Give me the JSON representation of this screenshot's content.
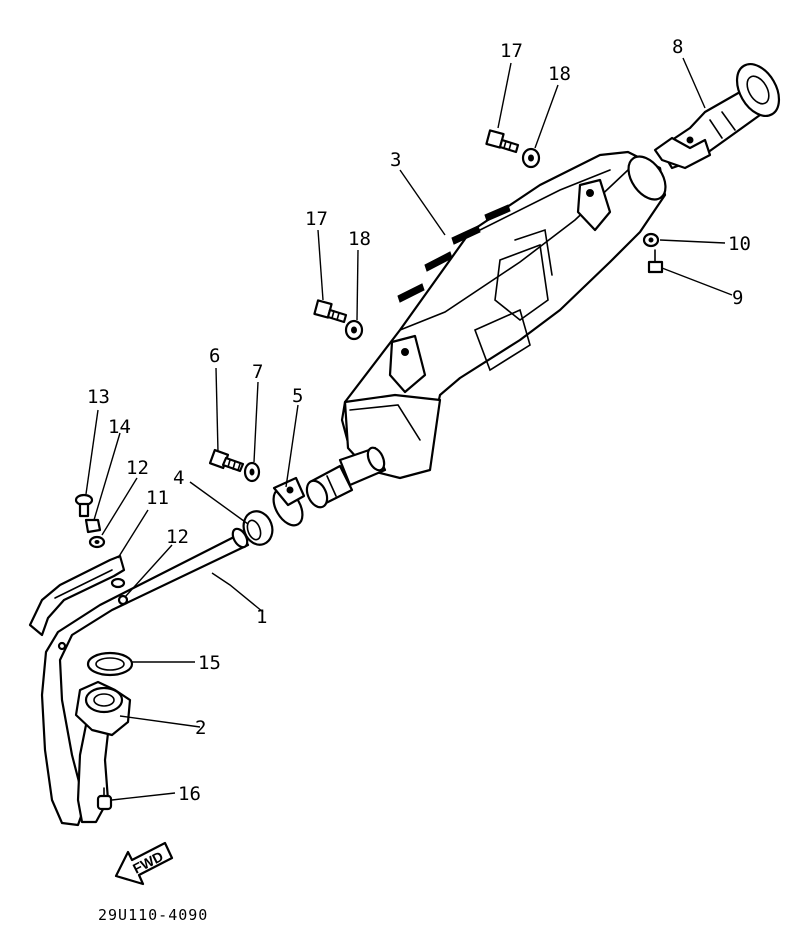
{
  "diagram": {
    "drawing_code": "29U110-4090",
    "fwd_label": "FWD",
    "callouts": [
      {
        "id": "c1",
        "label": "1"
      },
      {
        "id": "c2",
        "label": "2"
      },
      {
        "id": "c3",
        "label": "3"
      },
      {
        "id": "c4",
        "label": "4"
      },
      {
        "id": "c5",
        "label": "5"
      },
      {
        "id": "c6",
        "label": "6"
      },
      {
        "id": "c7",
        "label": "7"
      },
      {
        "id": "c8",
        "label": "8"
      },
      {
        "id": "c9",
        "label": "9"
      },
      {
        "id": "c10",
        "label": "10"
      },
      {
        "id": "c11",
        "label": "11"
      },
      {
        "id": "c12a",
        "label": "12"
      },
      {
        "id": "c12b",
        "label": "12"
      },
      {
        "id": "c13",
        "label": "13"
      },
      {
        "id": "c14",
        "label": "14"
      },
      {
        "id": "c15",
        "label": "15"
      },
      {
        "id": "c16",
        "label": "16"
      },
      {
        "id": "c17a",
        "label": "17"
      },
      {
        "id": "c17b",
        "label": "17"
      },
      {
        "id": "c18a",
        "label": "18"
      },
      {
        "id": "c18b",
        "label": "18"
      }
    ]
  }
}
